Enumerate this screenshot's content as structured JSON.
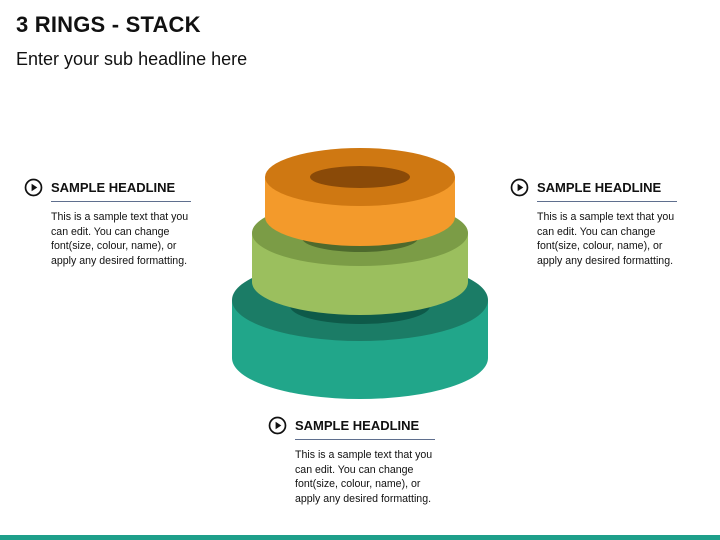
{
  "header": {
    "title": "3 RINGS - STACK",
    "subtitle": "Enter your sub headline here"
  },
  "callouts": [
    {
      "id": "left",
      "headline": "SAMPLE HEADLINE",
      "text": "This is a sample text that you can edit. You can change font(size, colour, name), or apply any desired formatting."
    },
    {
      "id": "right",
      "headline": "SAMPLE HEADLINE",
      "text": "This is a sample text that you can edit. You can change font(size, colour, name), or apply any desired formatting."
    },
    {
      "id": "bottom",
      "headline": "SAMPLE HEADLINE",
      "text": "This is a sample text that you can edit. You can change font(size, colour, name), or apply any desired formatting."
    }
  ],
  "rings": [
    {
      "name": "top-ring",
      "side": "#f39a2b",
      "top": "#cf7812",
      "hole": "#8a4a08"
    },
    {
      "name": "middle-ring",
      "side": "#9bbf5e",
      "top": "#7b9c46",
      "hole": "#4e6a2d"
    },
    {
      "name": "bottom-ring",
      "side": "#21a68a",
      "top": "#1b7c66",
      "hole": "#0e5a49"
    }
  ],
  "colors": {
    "rule": "#5f6f8e",
    "footer": "#1e9f8a"
  }
}
